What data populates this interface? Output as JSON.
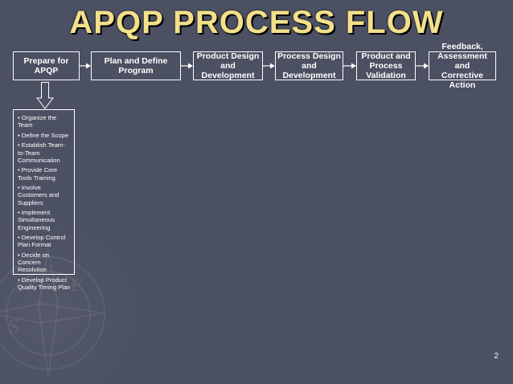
{
  "slide": {
    "title": "APQP PROCESS FLOW",
    "page_number": "2"
  },
  "flow": {
    "steps": [
      {
        "label": "Prepare for\nAPQP"
      },
      {
        "label": "Plan and Define\nProgram"
      },
      {
        "label": "Product Design\nand\nDevelopment"
      },
      {
        "label": "Process Design\nand\nDevelopment"
      },
      {
        "label": "Product and\nProcess\nValidation"
      },
      {
        "label": "Feedback,\nAssessment and\nCorrective Action"
      }
    ],
    "tasks": [
      "Organize the Team",
      "Define the Scope",
      "Establish Team-to-Team Communication",
      "Provide Core Tools Training",
      "Involve Customers and Suppliers",
      "Implement Simultaneous Engineering",
      "Develop Control Plan Format",
      "Decide on Concern Resolution",
      "Develop Product Quality Timing Plan"
    ]
  },
  "colors": {
    "background": "#4b5062",
    "title": "#f2e08a",
    "box_border": "#ffffff",
    "text": "#ffffff"
  }
}
